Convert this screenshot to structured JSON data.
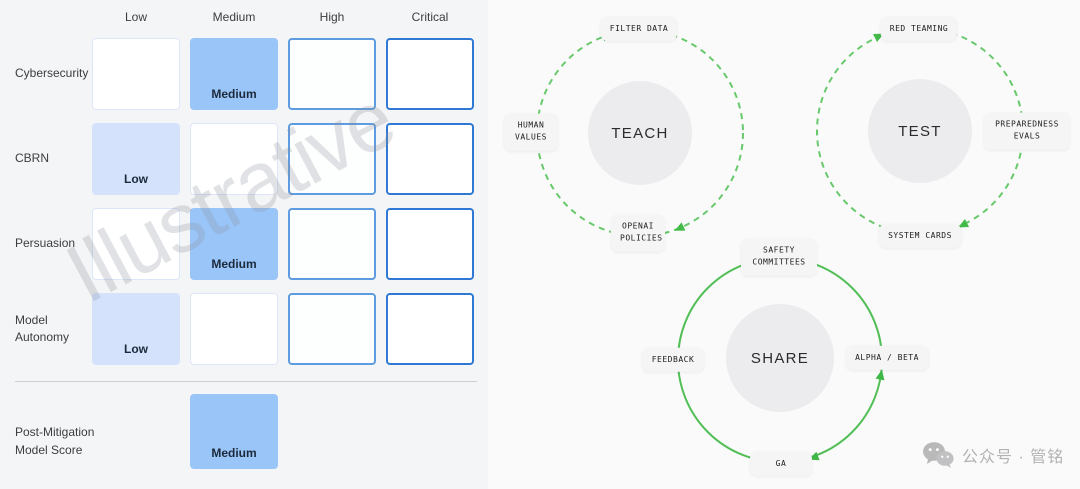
{
  "watermark": "Illustrative",
  "scorecard": {
    "column_headers": [
      "Low",
      "Medium",
      "High",
      "Critical"
    ],
    "rows": [
      {
        "label": "Cybersecurity",
        "cells": [
          {
            "level": "empty"
          },
          {
            "level": "medium",
            "label": "Medium"
          },
          {
            "level": "high"
          },
          {
            "level": "critical"
          }
        ]
      },
      {
        "label": "CBRN",
        "cells": [
          {
            "level": "low",
            "label": "Low"
          },
          {
            "level": "empty"
          },
          {
            "level": "high"
          },
          {
            "level": "critical"
          }
        ]
      },
      {
        "label": "Persuasion",
        "cells": [
          {
            "level": "empty"
          },
          {
            "level": "medium",
            "label": "Medium"
          },
          {
            "level": "high"
          },
          {
            "level": "critical"
          }
        ]
      },
      {
        "label": "Model Autonomy",
        "cells": [
          {
            "level": "low",
            "label": "Low"
          },
          {
            "level": "empty"
          },
          {
            "level": "high"
          },
          {
            "level": "critical"
          }
        ]
      }
    ],
    "summary": {
      "label": "Post-Mitigation Model Score",
      "value": "Medium",
      "level": "medium"
    }
  },
  "cycles": {
    "teach": {
      "center": "TEACH",
      "ring_style": "dashed",
      "nodes": {
        "top": "FILTER DATA",
        "left": "HUMAN VALUES",
        "bottom": "OPENAI POLICIES"
      }
    },
    "test": {
      "center": "TEST",
      "ring_style": "dashed",
      "nodes": {
        "top": "RED TEAMING",
        "right": "PREPAREDNESS EVALS",
        "bottom": "SYSTEM CARDS"
      }
    },
    "share": {
      "center": "SHARE",
      "ring_style": "solid",
      "nodes": {
        "top": "SAFETY COMMITTEES",
        "left": "FEEDBACK",
        "right": "ALPHA / BETA",
        "bottom": "GA"
      }
    }
  },
  "footer": {
    "icon": "wechat-icon",
    "credit": "公众号 · 管铭"
  },
  "colors": {
    "medium_fill": "#9ac5f8",
    "low_fill": "#d4e3fb",
    "high_border": "#5e9ce1",
    "critical_border": "#2f79d4",
    "green_dashed": "#68c96c",
    "green_solid": "#52be56"
  }
}
